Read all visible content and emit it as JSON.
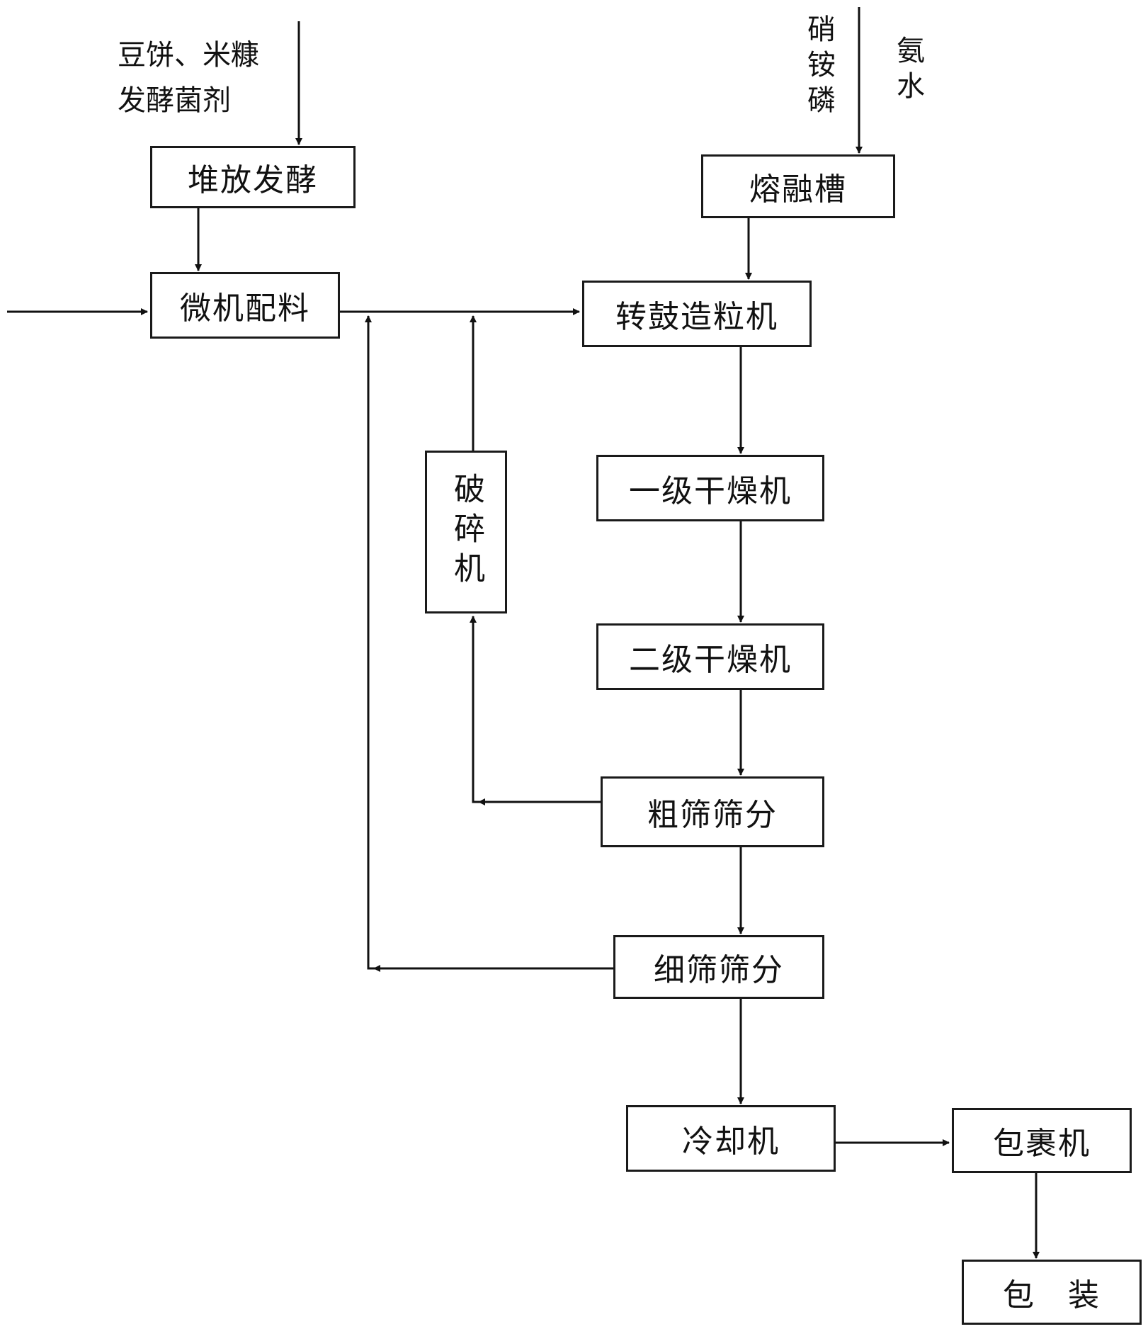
{
  "inputs": {
    "organic_line1": "豆饼、米糠",
    "organic_line2": "发酵菌剂",
    "mineral": "硝铵磷",
    "ammonia": "氨水"
  },
  "nodes": {
    "pile_fermentation": "堆放发酵",
    "melting_tank": "熔融槽",
    "computer_batching": "微机配料",
    "drum_granulator": "转鼓造粒机",
    "crusher": "破碎机",
    "primary_dryer": "一级干燥机",
    "secondary_dryer": "二级干燥机",
    "coarse_screening": "粗筛筛分",
    "fine_screening": "细筛筛分",
    "cooler": "冷却机",
    "coating_machine": "包裹机",
    "packaging": "包　装"
  }
}
